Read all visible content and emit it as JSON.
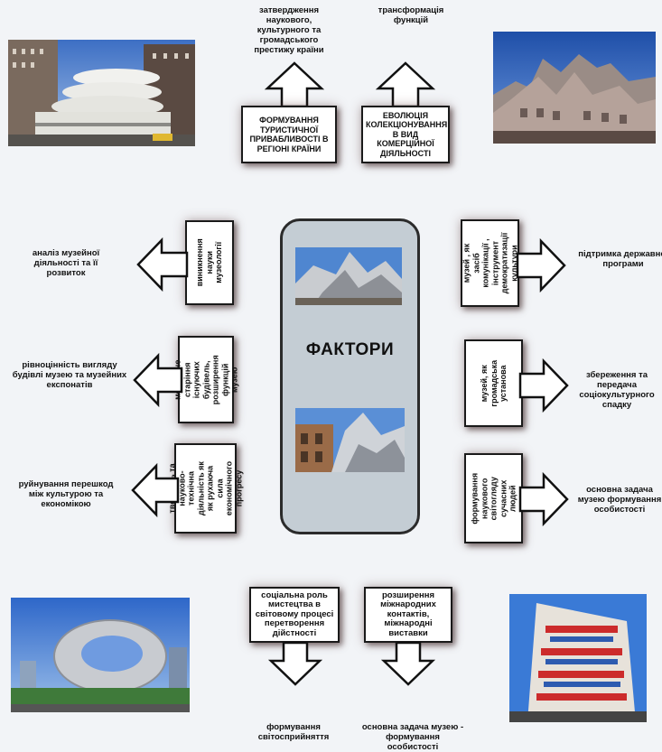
{
  "center": {
    "title": "ФАКТОРИ"
  },
  "top": {
    "left_box": "ФОРМУВАННЯ ТУРИСТИЧНОЇ ПРИВАБЛИВОСТІ В РЕГІОНІ КРАЇНИ",
    "right_box": "ЕВОЛЮЦІЯ КОЛЕКЦІОНУВАННЯ В ВИД КОМЕРЦІЙНОЇ ДІЯЛЬНОСТІ",
    "left_result": "затвердження наукового, культурного та громадського престижу країни",
    "right_result": "трансформація функцій"
  },
  "left": [
    {
      "box": "виникнення науки музеології",
      "result": "аналіз музейної діяльності та її розвиток"
    },
    {
      "box": "моральне старіння існуючих будівель, розширення функцій музею",
      "result": "рівноцінність вигляду будівлі музею та музейних експонатів"
    },
    {
      "box": "творчість та науково-технічна діяльність як як рухаюча сила економічного прогресу",
      "result": "руйнування перешкод між культурою та економікою"
    }
  ],
  "right": [
    {
      "box": "музей , як засіб комунікації , інструмент демократизації культури",
      "result": "підтримка державної програми"
    },
    {
      "box": "музей, як громадська установа",
      "result": "збереження та передача соціокультурного спадку"
    },
    {
      "box": "формування наукового світогляду сучасних людей",
      "result": "основна задача музею формування особистості"
    }
  ],
  "bottom": {
    "left_box": "соціальна роль мистецтва в світовому процесі перетворення дійстності",
    "right_box": "розширення міжнародних контактів, міжнародні виставки",
    "left_result": "формування світосприйняття",
    "right_result": "основна задача музею - формування особистості"
  },
  "colors": {
    "box_border": "#1a1a1a",
    "panel": "#c4cdd4",
    "background": "#f2f4f7"
  }
}
